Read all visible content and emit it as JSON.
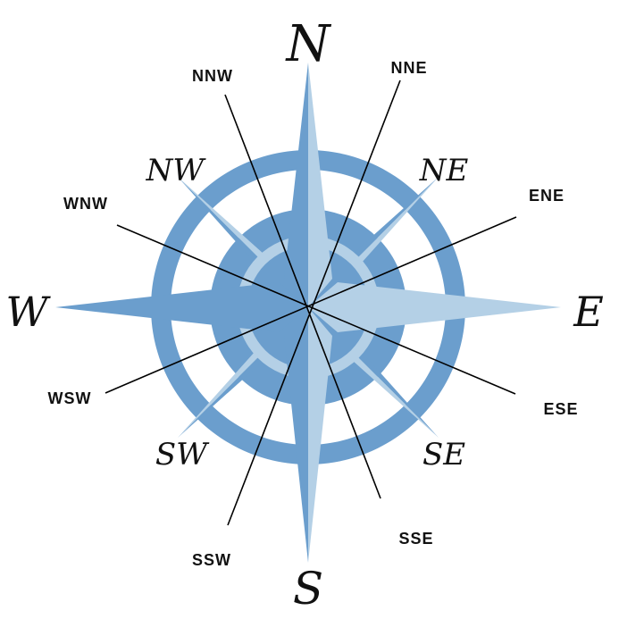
{
  "labels": {
    "cardinal": {
      "n": "N",
      "e": "E",
      "s": "S",
      "w": "W"
    },
    "intercardinal": {
      "ne": "NE",
      "se": "SE",
      "sw": "SW",
      "nw": "NW"
    },
    "minor": {
      "nne": "NNE",
      "ene": "ENE",
      "ese": "ESE",
      "sse": "SSE",
      "ssw": "SSW",
      "wsw": "WSW",
      "wnw": "WNW",
      "nnw": "NNW"
    }
  },
  "colors": {
    "dark_blue": "#6b9ecd",
    "light_blue": "#b4d0e6",
    "line": "#000000",
    "background": "#ffffff"
  }
}
